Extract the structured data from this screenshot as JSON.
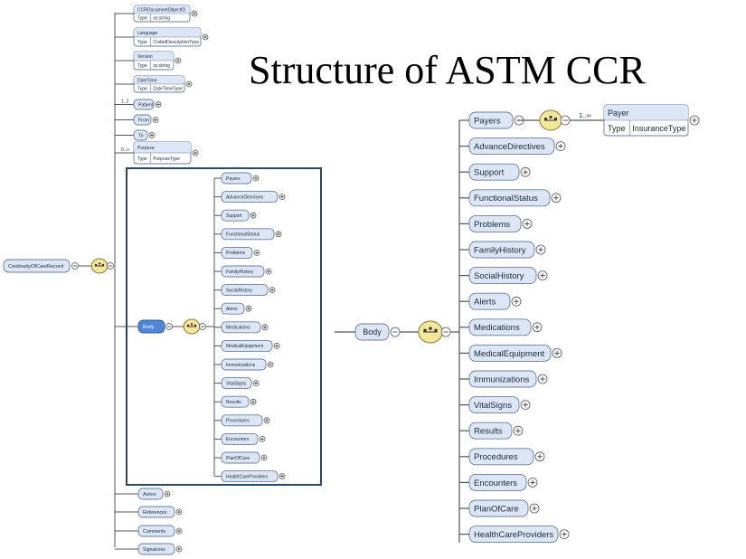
{
  "title": "Structure of ASTM CCR",
  "root": "ContinuityOfCareRecord",
  "header_elements": [
    {
      "name": "CCRDocumentObjectID",
      "type_label": "Type",
      "type_value": "xs:string",
      "multiplicity": ""
    },
    {
      "name": "Language",
      "type_label": "Type",
      "type_value": "CodedDescriptionType",
      "multiplicity": ""
    },
    {
      "name": "Version",
      "type_label": "Type",
      "type_value": "xs:string",
      "multiplicity": ""
    },
    {
      "name": "DateTime",
      "type_label": "Type",
      "type_value": "DateTimeType",
      "multiplicity": ""
    },
    {
      "name": "Patient",
      "multiplicity": "1..2"
    },
    {
      "name": "From",
      "multiplicity": ""
    },
    {
      "name": "To",
      "multiplicity": ""
    },
    {
      "name": "Purpose",
      "type_label": "Type",
      "type_value": "PurposeType",
      "multiplicity": "0..∞"
    }
  ],
  "body_label": "Body",
  "body_children": [
    "Payers",
    "AdvanceDirectives",
    "Support",
    "FunctionalStatus",
    "Problems",
    "FamilyHistory",
    "SocialHistory",
    "Alerts",
    "Medications",
    "MedicalEquipment",
    "Immunizations",
    "VitalSigns",
    "Results",
    "Procedures",
    "Encounters",
    "PlanOfCare",
    "HealthCareProviders"
  ],
  "footer_elements": [
    "Actors",
    "References",
    "Comments",
    "Signatures"
  ],
  "payer": {
    "multiplicity": "1..∞",
    "name": "Payer",
    "type_label": "Type",
    "type_value": "InsuranceType"
  },
  "colors": {
    "node_fill": "#dce6f4",
    "node_stroke": "#6b7fa0",
    "body_selected": "#4f86d6",
    "sequence_fill": "#f4e69a",
    "frame": "#2d4767",
    "line": "#555555"
  }
}
